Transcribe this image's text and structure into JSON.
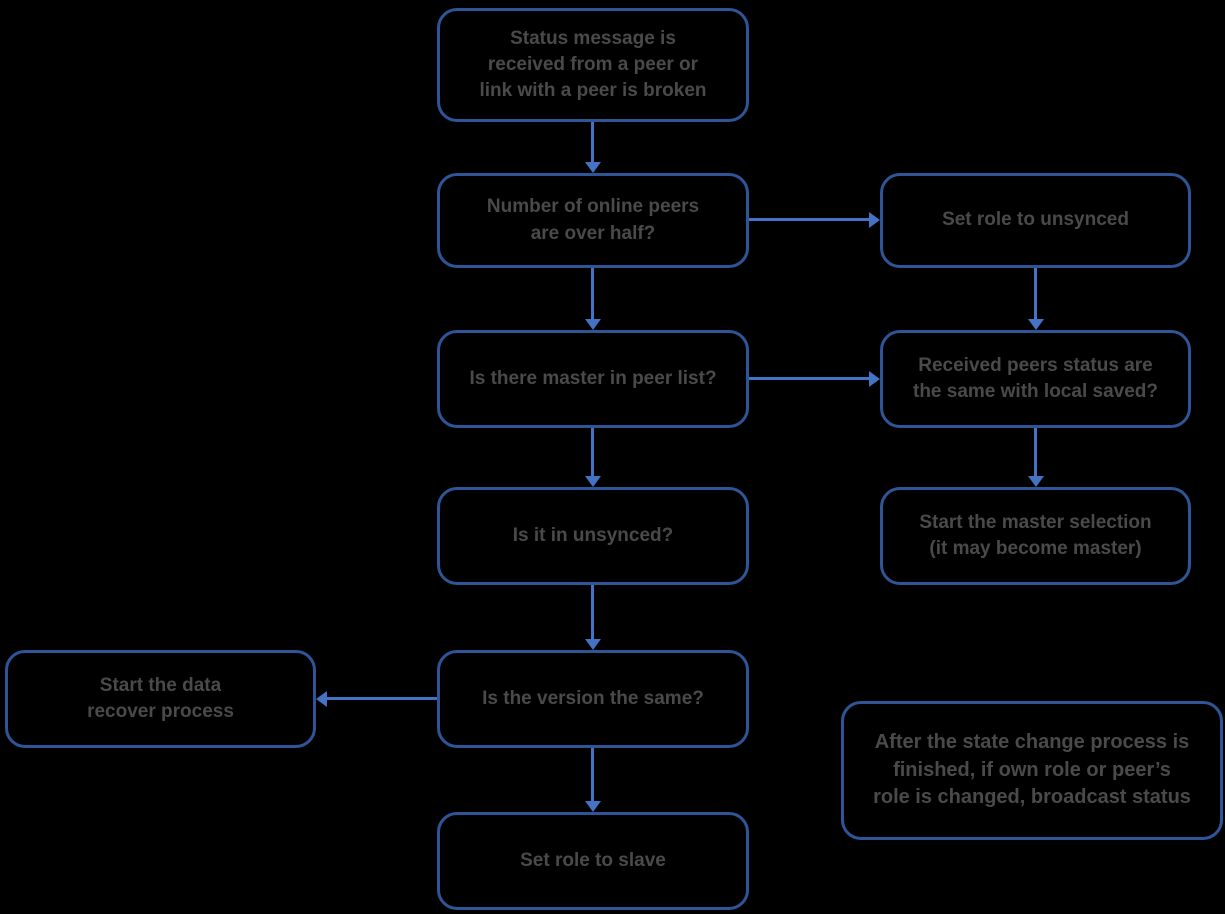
{
  "diagram": {
    "type": "flowchart",
    "background_color": "#000000",
    "box_border_color": "#2e5597",
    "arrow_color": "#4472c4",
    "text_color": "#4a4a4b",
    "nodes": {
      "status_message": "Status message is\nreceived from a peer or\nlink with a peer is broken",
      "online_peers": "Number of online peers\nare over half?",
      "set_unsynced": "Set role to unsynced",
      "master_in_list": "Is there master in peer list?",
      "received_status": "Received peers status are\nthe same with local saved?",
      "in_unsynced": "Is it in unsynced?",
      "master_selection": "Start the master selection\n(it may become master)",
      "version_same": "Is the version the same?",
      "data_recover": "Start the data\nrecover process",
      "set_slave": "Set role to slave",
      "note": "After the state change process is\nfinished, if own role or peer’s\nrole is changed, broadcast status"
    },
    "edges": [
      {
        "from": "status_message",
        "to": "online_peers",
        "direction": "down"
      },
      {
        "from": "online_peers",
        "to": "set_unsynced",
        "direction": "right"
      },
      {
        "from": "online_peers",
        "to": "master_in_list",
        "direction": "down"
      },
      {
        "from": "set_unsynced",
        "to": "received_status",
        "direction": "down"
      },
      {
        "from": "master_in_list",
        "to": "received_status",
        "direction": "right"
      },
      {
        "from": "master_in_list",
        "to": "in_unsynced",
        "direction": "down"
      },
      {
        "from": "received_status",
        "to": "master_selection",
        "direction": "down"
      },
      {
        "from": "in_unsynced",
        "to": "version_same",
        "direction": "down"
      },
      {
        "from": "version_same",
        "to": "data_recover",
        "direction": "left"
      },
      {
        "from": "version_same",
        "to": "set_slave",
        "direction": "down"
      }
    ]
  }
}
